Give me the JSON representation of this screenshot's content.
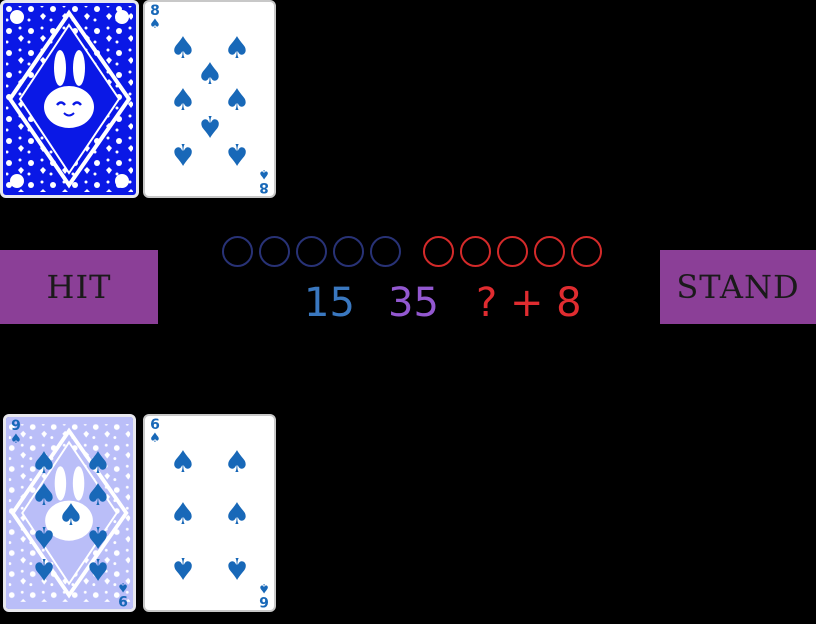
{
  "controls": {
    "hit_label": "HIT",
    "stand_label": "STAND"
  },
  "colors": {
    "button": "#8b3f97",
    "player_score": "#3a78c0",
    "middle_score": "#9358d0",
    "dealer_score": "#e02c30",
    "suit": "#1868b8",
    "card_back": "#0a18e6"
  },
  "scores": {
    "player": "15",
    "middle": "35",
    "dealer": "? + 8"
  },
  "dealer_cards": [
    {
      "face": "down",
      "art": "bunny-back-icon"
    },
    {
      "face": "up",
      "rank": "8",
      "suit": "spade-icon"
    }
  ],
  "player_cards": [
    {
      "face": "up",
      "rank": "9",
      "suit": "spade-icon",
      "note": "semi-transparent over card back"
    },
    {
      "face": "up",
      "rank": "6",
      "suit": "spade-icon"
    }
  ],
  "indicators": {
    "blue_count": 5,
    "red_count": 5
  }
}
